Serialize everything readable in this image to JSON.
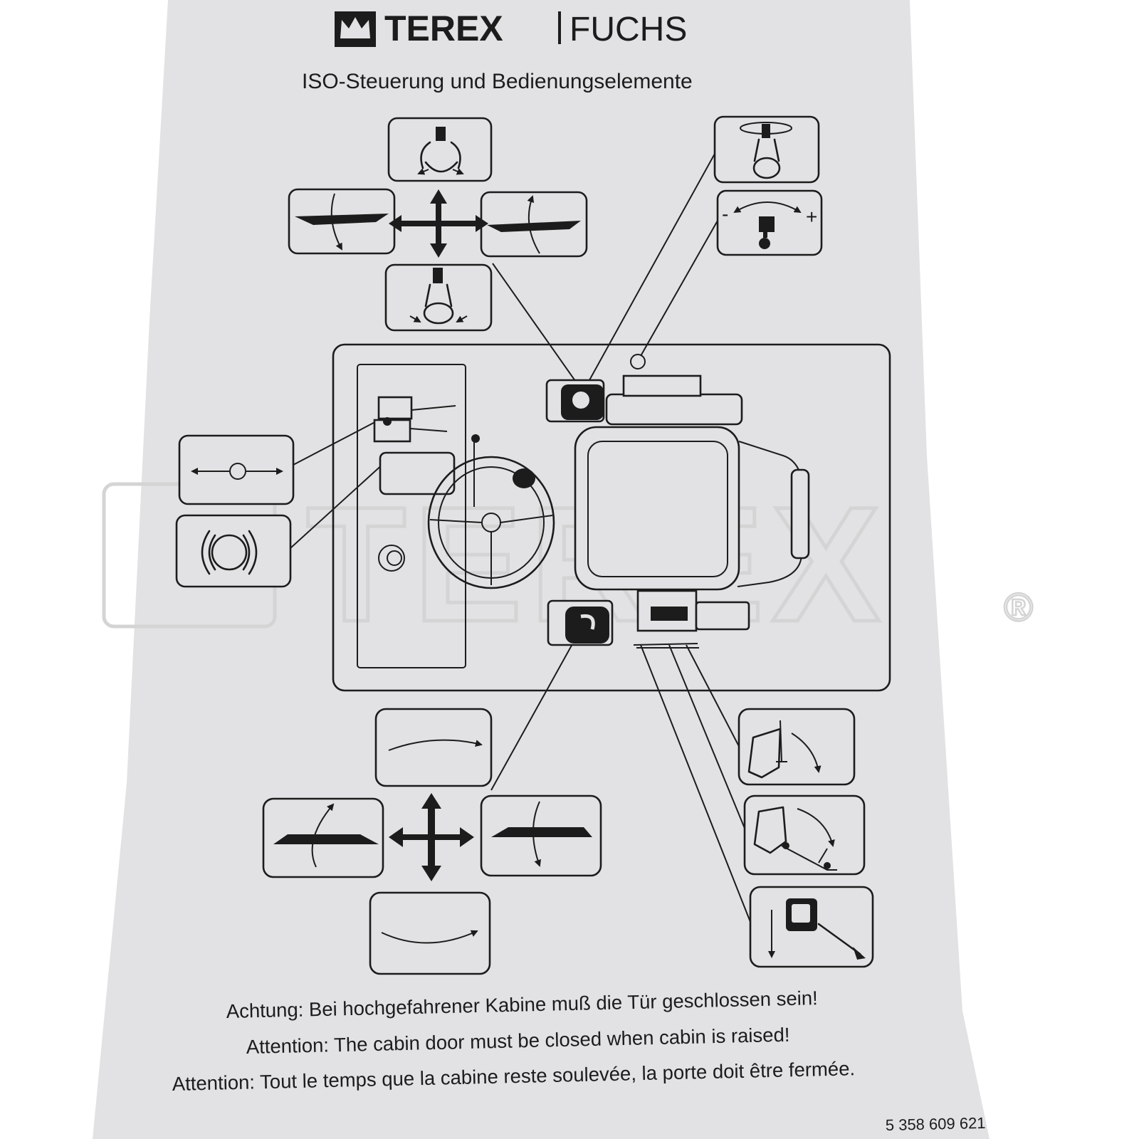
{
  "brand": {
    "left": "TEREX",
    "right": "FUCHS"
  },
  "title": "ISO-Steuerung und Bedienungselemente",
  "watermark": {
    "text": "TEREX",
    "registered": "®"
  },
  "warnings": [
    "Achtung: Bei hochgefahrener Kabine muß die Tür geschlossen sein!",
    "Attention: The cabin door must be closed when cabin is raised!",
    "Attention: Tout le temps que la cabine reste soulevée, la porte doit être fermée."
  ],
  "part_number": "5  358  609  621",
  "symbols": {
    "minus": "-",
    "plus": "+"
  },
  "colors": {
    "sheet": "#e2e2e4",
    "ink": "#1c1c1c",
    "watermark": "#d4d4d4",
    "background": "#ffffff"
  },
  "icons": [
    "grapple-open-icon",
    "grapple-close-icon",
    "boom-lift-icon",
    "boom-lower-icon",
    "grapple-rotate-icon",
    "grapple-tilt-icon",
    "steering-mode-icon",
    "brake-icon",
    "swing-left-icon",
    "swing-right-icon",
    "stick-in-icon",
    "stick-out-icon",
    "stabilizer-icon",
    "cabin-elevation-icon",
    "cabin-lowering-icon"
  ]
}
